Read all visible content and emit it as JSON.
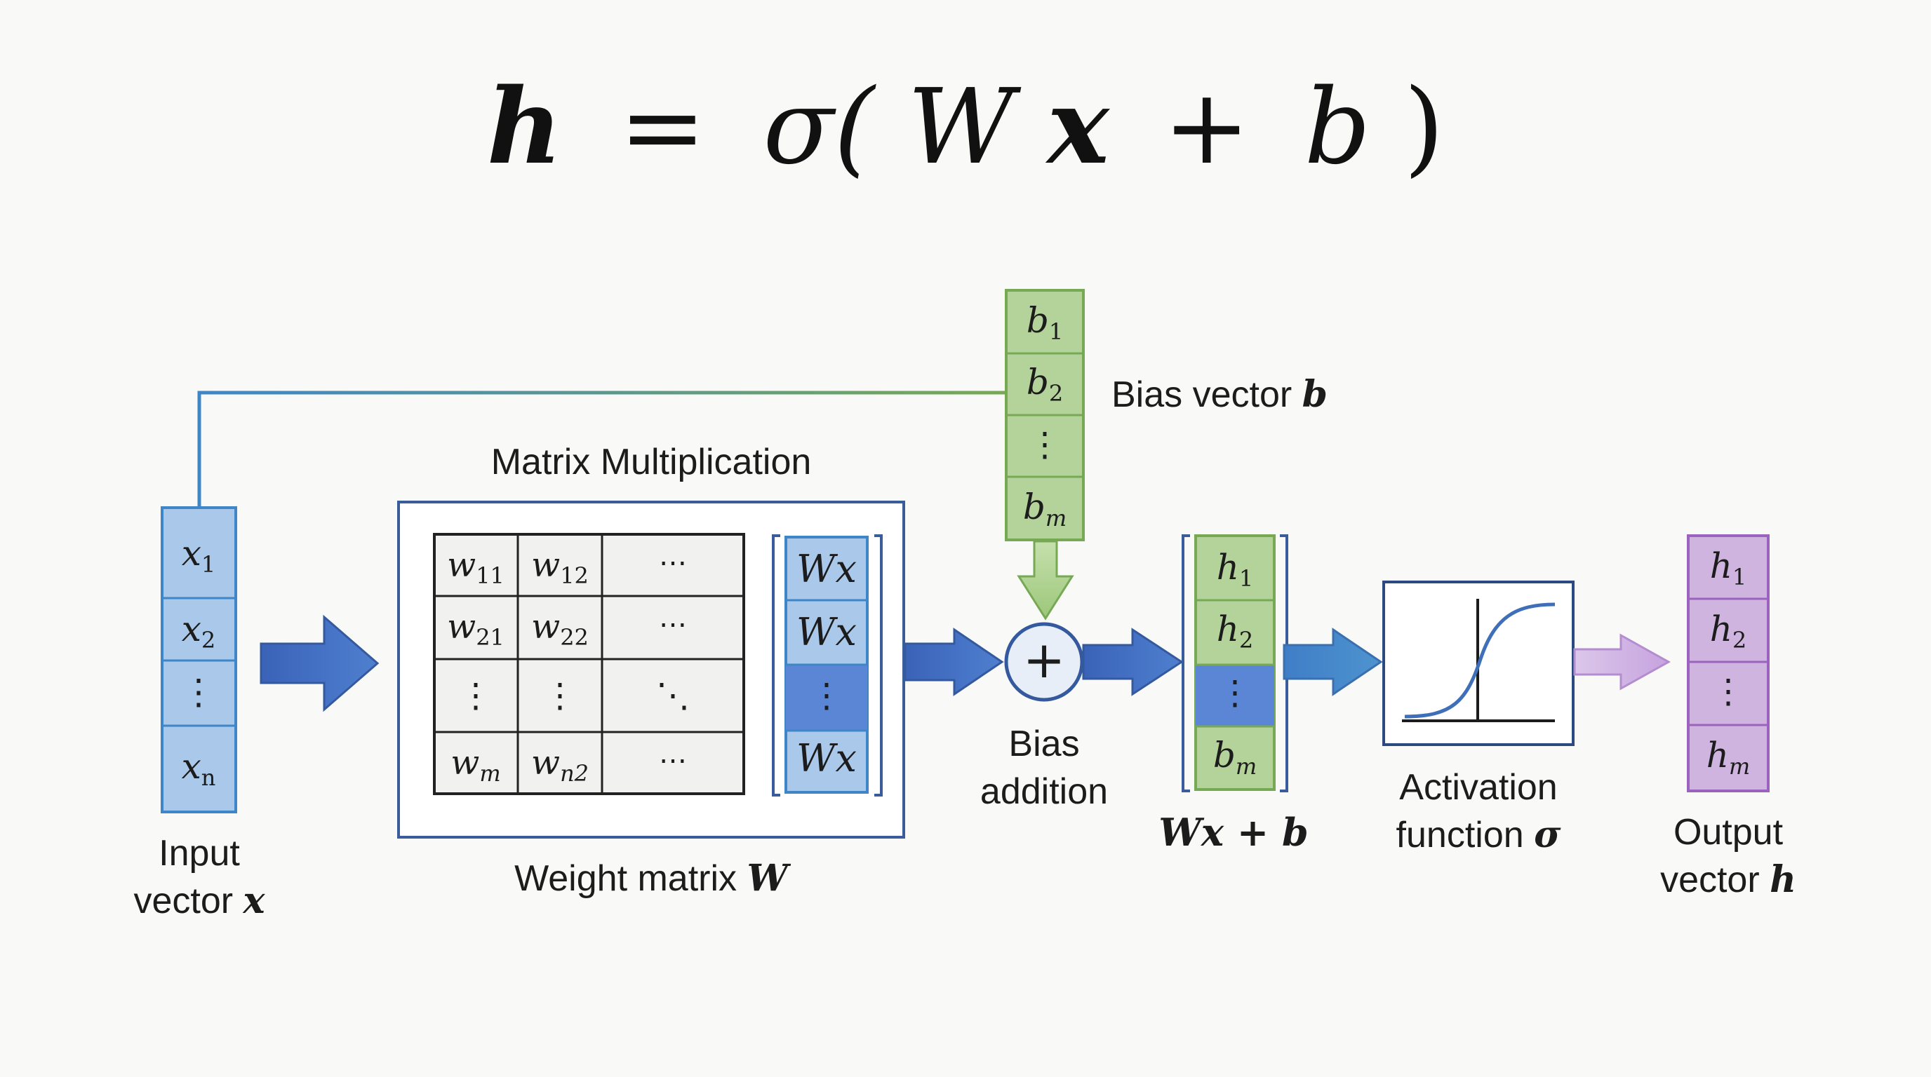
{
  "equation": {
    "h": "h",
    "equals": "=",
    "sigma_open": "σ(",
    "W": "W",
    "x": "x",
    "plus": "+",
    "b": "b",
    "close": ")"
  },
  "input_vector": {
    "cells": [
      {
        "base": "x",
        "sub": "1"
      },
      {
        "base": "x",
        "sub": "2"
      },
      {
        "base": "⋮",
        "sub": ""
      },
      {
        "base": "x",
        "sub": "n"
      }
    ],
    "label_line1": "Input",
    "label_line2_text": "vector",
    "label_line2_symbol": "x"
  },
  "matrix_section": {
    "title": "Matrix Multiplication",
    "weight_label_text": "Weight matrix",
    "weight_label_symbol": "W",
    "matrix_rows": [
      [
        {
          "base": "w",
          "sub": "11"
        },
        {
          "base": "w",
          "sub": "12"
        },
        {
          "base": "⋯",
          "sub": ""
        }
      ],
      [
        {
          "base": "w",
          "sub": "21"
        },
        {
          "base": "w",
          "sub": "22"
        },
        {
          "base": "⋯",
          "sub": ""
        }
      ],
      [
        {
          "base": "⋮",
          "sub": ""
        },
        {
          "base": "⋮",
          "sub": ""
        },
        {
          "base": "⋱",
          "sub": ""
        }
      ],
      [
        {
          "base": "w",
          "sub": "m"
        },
        {
          "base": "w",
          "sub": "n2"
        },
        {
          "base": "⋯",
          "sub": ""
        }
      ]
    ],
    "wx_cells": [
      "Wx",
      "Wx",
      "⋮",
      "Wx"
    ]
  },
  "bias_vector": {
    "cells": [
      {
        "base": "b",
        "sub": "1"
      },
      {
        "base": "b",
        "sub": "2"
      },
      {
        "base": "⋮",
        "sub": ""
      },
      {
        "base": "b",
        "sub": "m"
      }
    ],
    "label_text": "Bias vector",
    "label_symbol": "b"
  },
  "bias_addition": {
    "symbol": "+",
    "label_line1": "Bias",
    "label_line2": "addition"
  },
  "sum_vector": {
    "cells": [
      {
        "base": "h",
        "sub": "1"
      },
      {
        "base": "h",
        "sub": "2"
      },
      {
        "base": "⋮",
        "sub": ""
      },
      {
        "base": "b",
        "sub": "m"
      }
    ],
    "label": "Wx + b"
  },
  "activation": {
    "label_line1": "Activation",
    "label_line2_text": "function",
    "label_line2_symbol": "σ"
  },
  "output_vector": {
    "cells": [
      {
        "base": "h",
        "sub": "1"
      },
      {
        "base": "h",
        "sub": "2"
      },
      {
        "base": "⋮",
        "sub": ""
      },
      {
        "base": "h",
        "sub": "m"
      }
    ],
    "label_line1": "Output",
    "label_line2_text": "vector",
    "label_line2_symbol": "h"
  },
  "colors": {
    "blue_fill": "#a9c8ea",
    "blue_stroke": "#3f86c8",
    "blue_dark": "#4f7fcf",
    "green_fill": "#b4d39a",
    "green_stroke": "#77a955",
    "purple_fill": "#cfb4e0",
    "purple_stroke": "#9b63bd",
    "ink": "#1c1c1c"
  }
}
